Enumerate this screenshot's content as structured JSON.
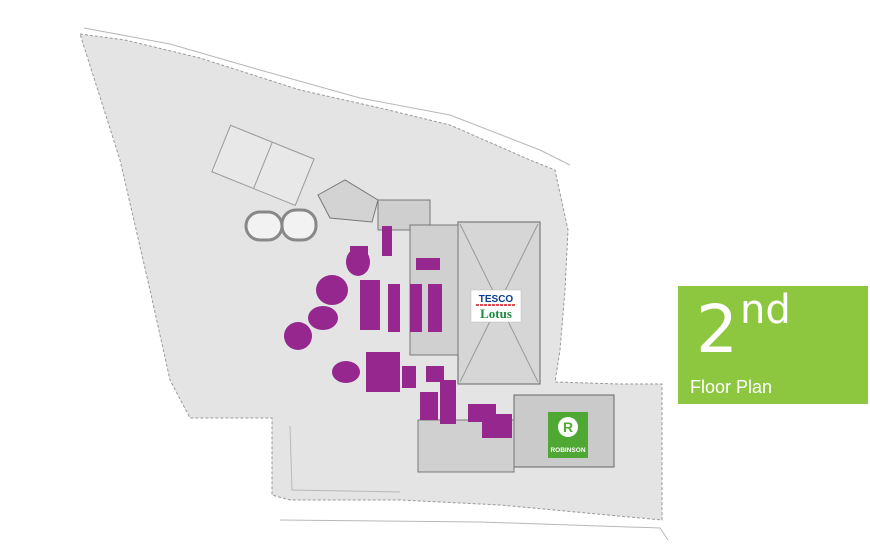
{
  "map": {
    "colors": {
      "site": "#e3e4e3",
      "site_outline": "#9a9a9a",
      "shop_unit": "#96278e",
      "building": "#d2d3d2",
      "road_line": "#b8b8b8"
    },
    "anchors": {
      "tesco_lotus": {
        "line1": "TESCO",
        "line2": "Lotus"
      },
      "robinson": {
        "label": "ROBINSON",
        "logo_letter": "R"
      }
    }
  },
  "floor_badge": {
    "number": "2",
    "suffix": "nd",
    "label": "Floor Plan",
    "color": "#8dc63f"
  }
}
